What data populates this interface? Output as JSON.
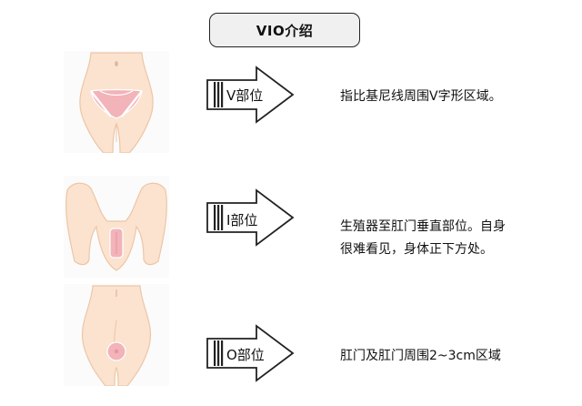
{
  "title": "VIO介绍",
  "rows": [
    {
      "illustration": "front-pelvis-v-zone-icon",
      "label": "V部位",
      "description_lines": [
        "指比基尼线周围V字形区域。"
      ]
    },
    {
      "illustration": "raised-legs-i-zone-icon",
      "label": "I部位",
      "description_lines": [
        "生殖器至肛门垂直部位。自身",
        "很难看见，身体正下方处。"
      ]
    },
    {
      "illustration": "rear-pelvis-o-zone-icon",
      "label": "O部位",
      "description_lines": [
        "肛门及肛门周围2~3cm区域"
      ]
    }
  ],
  "colors": {
    "skin": "#fbe3cf",
    "skin_outline": "#ecc6a6",
    "zone": "#f2b3b9",
    "arrow_fill": "#ffffff",
    "arrow_stroke": "#222222",
    "title_bg": "#f0f0f0"
  }
}
